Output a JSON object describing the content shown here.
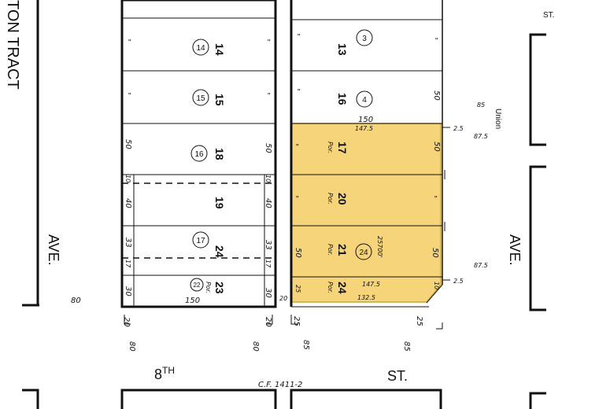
{
  "map": {
    "tract_name_partial": "TON TRACT",
    "st_label": "ST.",
    "union_label": "Union",
    "eighth_label": "8",
    "th_sup": "TH",
    "eighth_st": "ST.",
    "cf_ref": "C.F. 1411-2",
    "ave_label": "AVE."
  },
  "left_block": {
    "lots": [
      {
        "lot": "14",
        "circle": "14"
      },
      {
        "lot": "15",
        "circle": "15"
      },
      {
        "lot": "18",
        "circle": "16",
        "left_dim": "50",
        "right_dim": "50"
      },
      {
        "lot": "19",
        "left_dim": "40",
        "right_dim": "40"
      },
      {
        "lot": "24",
        "circle": "17",
        "left_dim": "33",
        "right_dim": "33"
      },
      {
        "lot": "23",
        "circle": "22",
        "por": "Por.",
        "left_dim": "30",
        "right_dim": "30"
      }
    ],
    "strip_dims": [
      "10",
      "10",
      "17",
      "17"
    ],
    "width_bottom": "150",
    "bottom_dims": [
      "20",
      "20"
    ],
    "street_dims": [
      "80",
      "80"
    ],
    "ditto": "\""
  },
  "right_block": {
    "lots": [
      {
        "lot": "13",
        "circle": "3"
      },
      {
        "lot": "16",
        "circle": "4",
        "right_dim": "50"
      },
      {
        "lot": "17",
        "por": "Por.",
        "right_dim": "50"
      },
      {
        "lot": "20",
        "por": "Por."
      },
      {
        "lot": "21",
        "por": "Por.",
        "left_dim": "50",
        "right_dim": "50",
        "circle": "24"
      },
      {
        "lot": "24",
        "por": "Por.",
        "left_dim": "25",
        "right_dim": "10"
      }
    ],
    "top_width": "150",
    "inner_top": "147.5",
    "inner_bottom_a": "147.5",
    "inner_bottom_b": "132.5",
    "diag_label": "25700'",
    "dim_25a": "2.5",
    "dim_25b": "2.5",
    "side_875a": "87.5",
    "side_875b": "87.5",
    "side_85": "85",
    "bottom_dims": [
      "25",
      "25"
    ],
    "street_dims": [
      "85",
      "85"
    ],
    "dim_20": "20",
    "left_80": "80",
    "ditto": "\""
  },
  "colors": {
    "highlight": "#f6d57a",
    "highlight_border": "#c9a53a",
    "ink": "#111111"
  }
}
